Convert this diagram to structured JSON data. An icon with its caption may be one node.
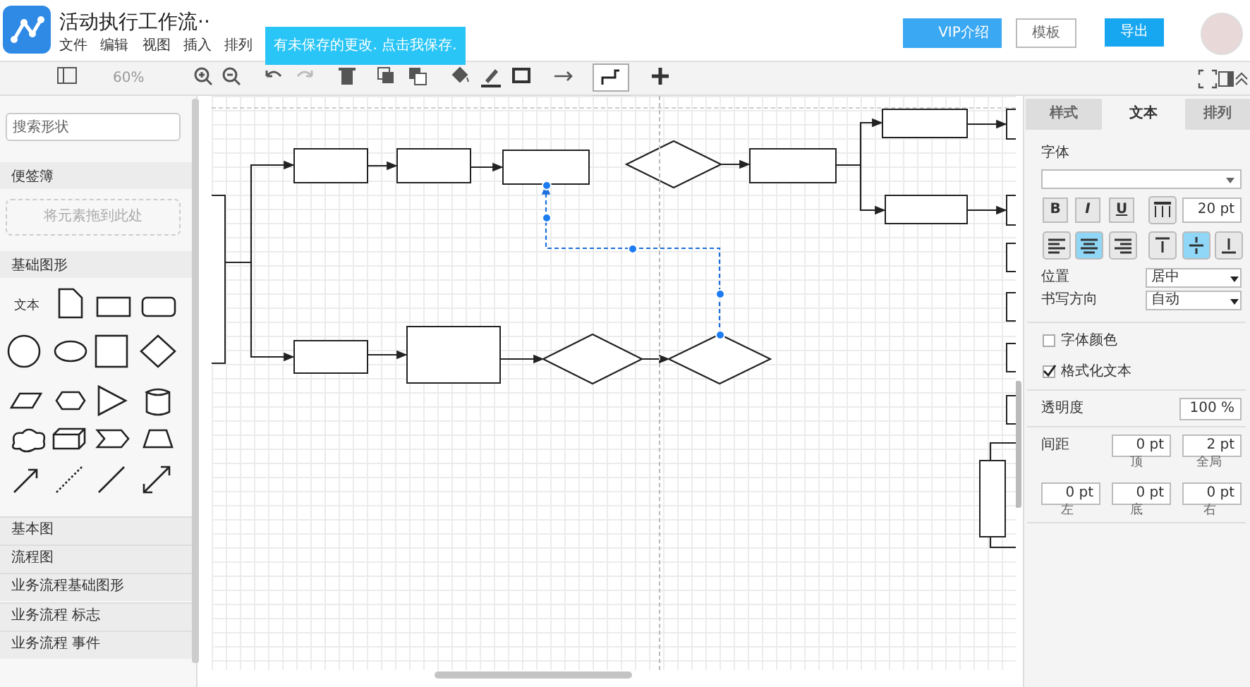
{
  "diagram": {
    "nodes": [
      {
        "text": [],
        "shape": "box"
      },
      {
        "text": [],
        "shape": "box"
      },
      {
        "text": [],
        "shape": "box"
      },
      {
        "text": [],
        "shape": "box"
      },
      {
        "text": [],
        "shape": "diamond"
      },
      {
        "text": [],
        "shape": "box"
      },
      {
        "text": [],
        "shape": "box"
      },
      {
        "text": [],
        "shape": "box"
      },
      {
        "text": [],
        "shape": "box"
      },
      {
        "text": [],
        "shape": "box"
      },
      {
        "text": [],
        "shape": "diamond"
      },
      {
        "text": [],
        "shape": "diamond"
      },
      {
        "text": [],
        "shape": "box"
      },
      {
        "text": [],
        "shape": "box"
      },
      {
        "text": [],
        "shape": "box"
      },
      {
        "text": [],
        "shape": "box"
      },
      {
        "text": [],
        "shape": "box"
      },
      {
        "text": [],
        "shape": "box"
      },
      {
        "text": [],
        "shape": "box"
      }
    ],
    "edges": [
      {
        "from": 0,
        "to": 1,
        "arrow": "to"
      },
      {
        "from": 0,
        "to": 8,
        "arrow": "to"
      },
      {
        "from": 1,
        "to": 2,
        "arrow": "to"
      },
      {
        "from": 2,
        "to": 3,
        "arrow": "to"
      },
      {
        "from": 4,
        "to": 5,
        "arrow": "to"
      },
      {
        "from": 5,
        "to": 6,
        "arrow": "to"
      },
      {
        "from": 5,
        "to": 7,
        "arrow": "to"
      },
      {
        "from": 6,
        "to": 12,
        "arrow": "to"
      },
      {
        "from": 7,
        "to": 13,
        "arrow": "to"
      },
      {
        "from": 8,
        "to": 9,
        "arrow": "to"
      },
      {
        "from": 9,
        "to": 10,
        "arrow": "to"
      },
      {
        "from": 10,
        "to": 11,
        "arrow": "to"
      },
      {
        "from": 11,
        "to": 3,
        "arrow": "to",
        "style": "dashed",
        "color": "#1e6fd9"
      },
      {
        "from": 18,
        "to": null,
        "arrow": "none"
      },
      {
        "from": 18,
        "to": null,
        "arrow": "none"
      }
    ],
    "labels": [
      "活动执行工作流··",
      "文件",
      "编辑",
      "视图",
      "插入",
      "排列",
      "有未保存的更改. 点击我保存.",
      "VIP介绍",
      "模板",
      "导出",
      "60%",
      "搜索形状",
      "便签簿",
      "将元素拖到此处",
      "基础图形",
      "文本",
      "基本图",
      "流程图",
      "业务流程基础图形",
      "业务流程 标志",
      "业务流程 事件",
      "样式",
      "文本",
      "排列",
      "字体",
      "B",
      "I",
      "U",
      "20 pt",
      "位置",
      "居中",
      "书写方向",
      "自动",
      "字体颜色",
      "格式化文本",
      "透明度",
      "100 %",
      "间距",
      "0 pt",
      "2 pt",
      "顶",
      "全局",
      "0 pt",
      "0 pt",
      "0 pt",
      "左",
      "底",
      "右"
    ]
  }
}
